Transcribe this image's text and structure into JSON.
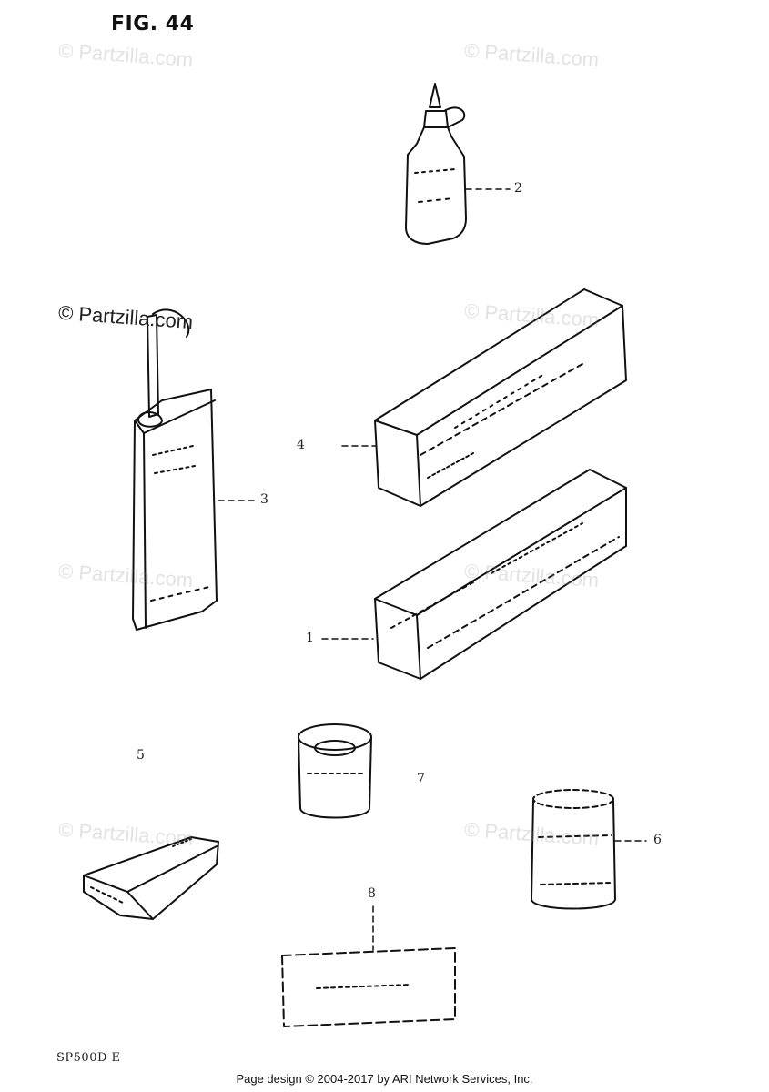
{
  "figure": {
    "title": "FIG. 44"
  },
  "callouts": [
    {
      "id": "2",
      "label": "2"
    },
    {
      "id": "4",
      "label": "4"
    },
    {
      "id": "3",
      "label": "3"
    },
    {
      "id": "1",
      "label": "1"
    },
    {
      "id": "5",
      "label": "5"
    },
    {
      "id": "7",
      "label": "7"
    },
    {
      "id": "6",
      "label": "6"
    },
    {
      "id": "8",
      "label": "8"
    }
  ],
  "watermark_text": "© Partzilla.com",
  "model_code": "SP500D  E",
  "footer": "Page design © 2004-2017 by ARI Network Services, Inc."
}
